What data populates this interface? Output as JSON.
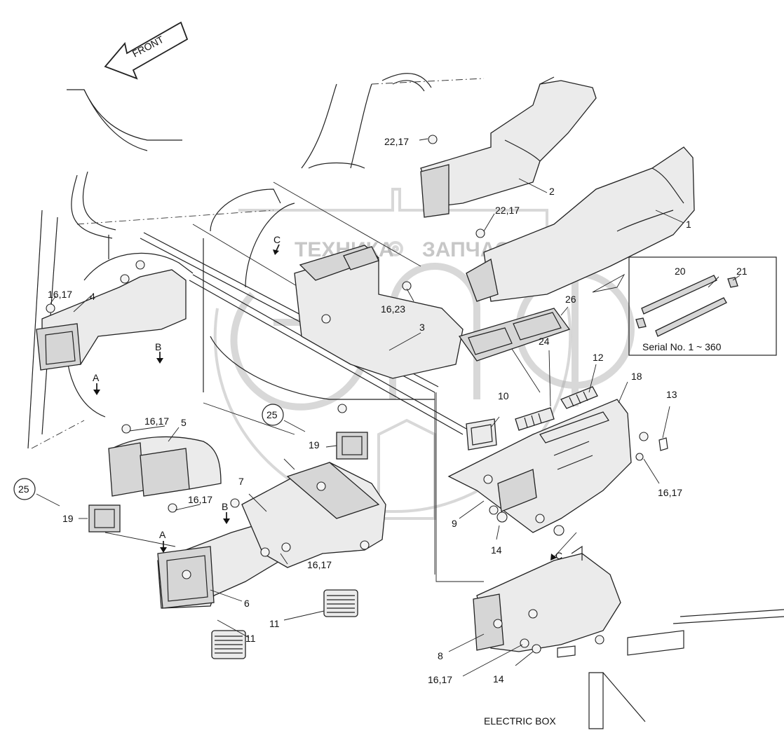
{
  "diagram": {
    "front_label": "FRONT",
    "watermark_left": "ТЕХНИКА",
    "watermark_right": "ЗАПЧАСТИ",
    "serial_note": "Serial No. 1 ~ 360",
    "electric_box": "ELECTRIC BOX",
    "callouts": [
      {
        "id": "c1",
        "text": "1"
      },
      {
        "id": "c2",
        "text": "2"
      },
      {
        "id": "c3",
        "text": "3"
      },
      {
        "id": "c4",
        "text": "4"
      },
      {
        "id": "c5",
        "text": "5"
      },
      {
        "id": "c6",
        "text": "6"
      },
      {
        "id": "c7",
        "text": "7"
      },
      {
        "id": "c8",
        "text": "8"
      },
      {
        "id": "c9",
        "text": "9"
      },
      {
        "id": "c10",
        "text": "10"
      },
      {
        "id": "c11a",
        "text": "11"
      },
      {
        "id": "c11b",
        "text": "11"
      },
      {
        "id": "c12",
        "text": "12"
      },
      {
        "id": "c13",
        "text": "13"
      },
      {
        "id": "c14a",
        "text": "14"
      },
      {
        "id": "c14b",
        "text": "14"
      },
      {
        "id": "c1617a",
        "text": "16,17"
      },
      {
        "id": "c1617b",
        "text": "16,17"
      },
      {
        "id": "c1617c",
        "text": "16,17"
      },
      {
        "id": "c1617d",
        "text": "16,17"
      },
      {
        "id": "c1617e",
        "text": "16,17"
      },
      {
        "id": "c1617f",
        "text": "16,17"
      },
      {
        "id": "c1623",
        "text": "16,23"
      },
      {
        "id": "c18",
        "text": "18"
      },
      {
        "id": "c19a",
        "text": "19"
      },
      {
        "id": "c19b",
        "text": "19"
      },
      {
        "id": "c20",
        "text": "20"
      },
      {
        "id": "c21",
        "text": "21"
      },
      {
        "id": "c2217a",
        "text": "22,17"
      },
      {
        "id": "c2217b",
        "text": "22,17"
      },
      {
        "id": "c24",
        "text": "24"
      },
      {
        "id": "c25a",
        "text": "25"
      },
      {
        "id": "c25b",
        "text": "25"
      },
      {
        "id": "c26",
        "text": "26"
      },
      {
        "id": "mA1",
        "text": "A"
      },
      {
        "id": "mA2",
        "text": "A"
      },
      {
        "id": "mB1",
        "text": "B"
      },
      {
        "id": "mB2",
        "text": "B"
      },
      {
        "id": "mC1",
        "text": "C"
      },
      {
        "id": "mC2",
        "text": "C"
      }
    ]
  }
}
